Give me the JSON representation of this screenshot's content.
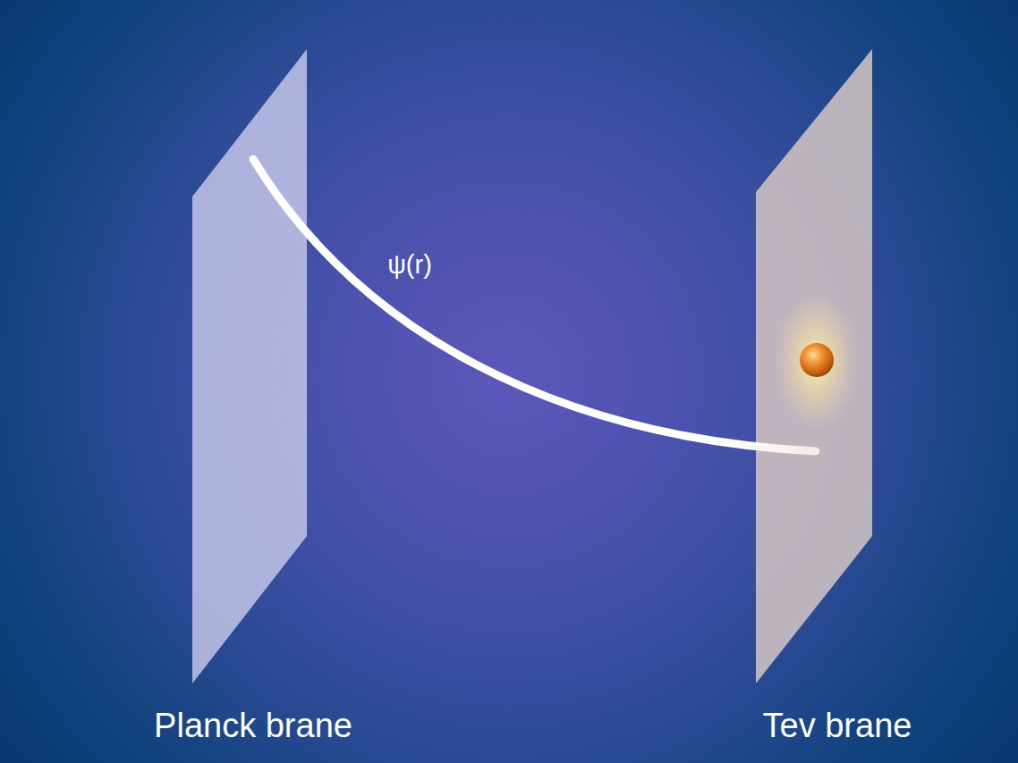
{
  "diagram": {
    "labels": [
      "ψ(r)",
      "Planck brane",
      "Tev brane"
    ]
  }
}
